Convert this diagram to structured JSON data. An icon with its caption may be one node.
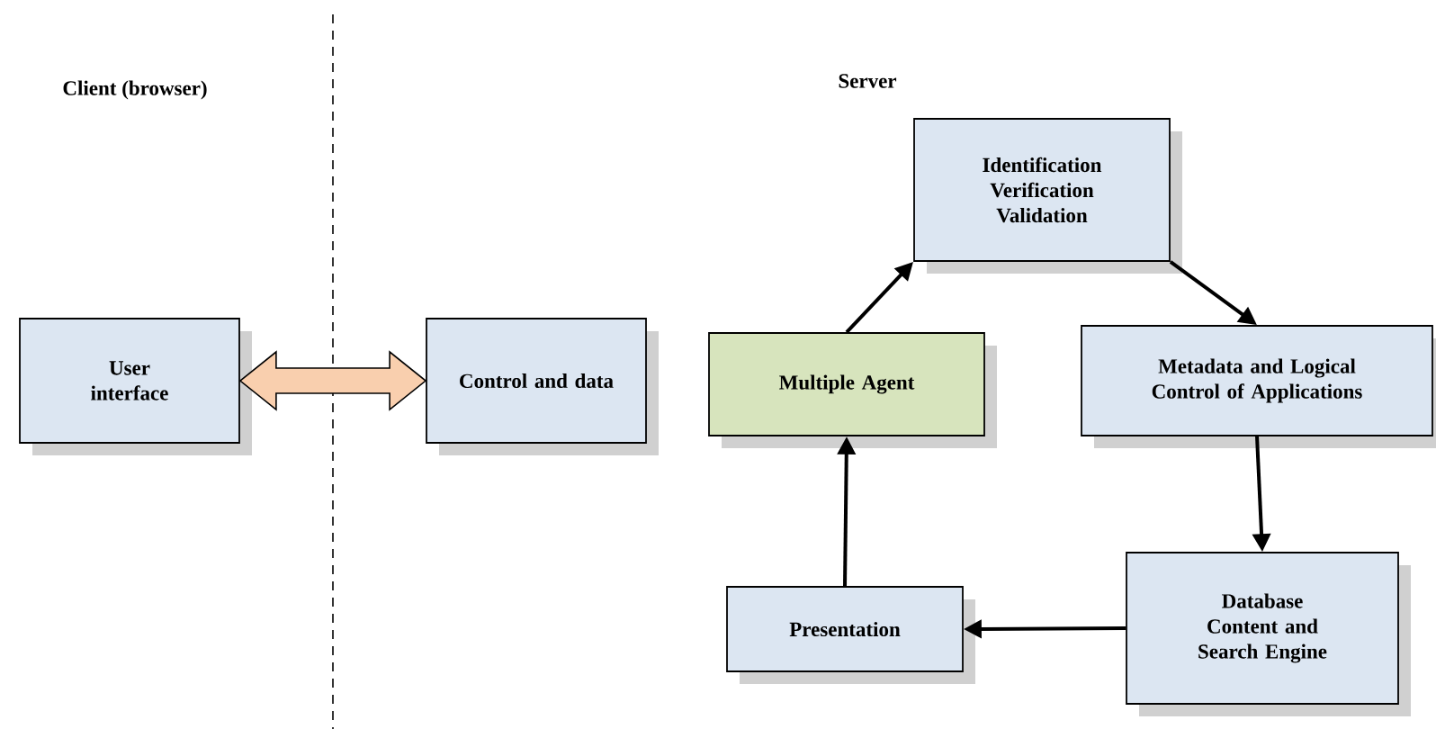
{
  "diagram": {
    "nodes": [
      {
        "text": [
          "User interface"
        ]
      },
      {
        "text": [
          "Control and data"
        ]
      },
      {
        "text": [
          "Identification Verification Validation"
        ]
      },
      {
        "text": [
          "Multiple Agent"
        ]
      },
      {
        "text": [
          "Metadata and Logical Control of Applications"
        ]
      },
      {
        "text": [
          "Presentation"
        ]
      },
      {
        "text": [
          "Database Content and Search Engine"
        ]
      }
    ],
    "edges": [
      {
        "from": 0,
        "to": 1,
        "arrow": "both",
        "color": "#f9cfae"
      },
      {
        "from": 3,
        "to": 2,
        "arrow": "to"
      },
      {
        "from": 2,
        "to": 4,
        "arrow": "to"
      },
      {
        "from": 4,
        "to": 6,
        "arrow": "to"
      },
      {
        "from": 6,
        "to": 5,
        "arrow": "to"
      },
      {
        "from": 5,
        "to": 3,
        "arrow": "to"
      }
    ],
    "labels": [
      "Client (browser)",
      "Server"
    ]
  }
}
